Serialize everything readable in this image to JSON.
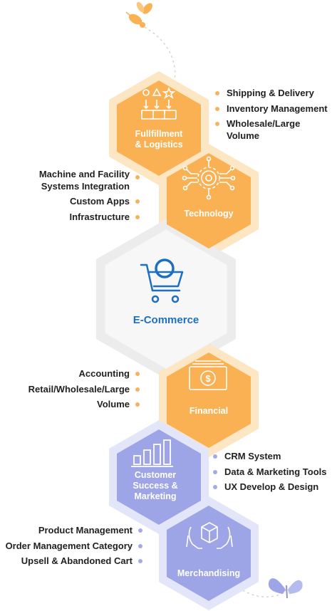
{
  "colors": {
    "orange": "#f9b154",
    "orange_halo": "#fde6c4",
    "purple": "#9ea5e6",
    "purple_halo": "#e3e5f8",
    "center_fill": "#f6f6f6",
    "center_halo": "#ececec",
    "accent_blue": "#1d6fc2",
    "orange_dot": "#f7b25c",
    "purple_dot": "#a4aae6"
  },
  "hexagons": [
    {
      "id": "fulfillment",
      "label": "Fullfillment\n& Logistics",
      "icon": "packages-icon",
      "theme": "orange"
    },
    {
      "id": "technology",
      "label": "Technology",
      "icon": "circuit-gear-icon",
      "theme": "orange"
    },
    {
      "id": "ecommerce",
      "label": "E-Commerce",
      "icon": "shopping-cart-icon",
      "theme": "center"
    },
    {
      "id": "financial",
      "label": "Financial",
      "icon": "banknote-icon",
      "theme": "orange"
    },
    {
      "id": "customer",
      "label": "Customer\nSuccess &\nMarketing",
      "icon": "bar-chart-icon",
      "theme": "purple"
    },
    {
      "id": "merchandising",
      "label": "Merchandising",
      "icon": "box-hands-icon",
      "theme": "purple"
    }
  ],
  "lists": {
    "fulfillment": [
      "Shipping & Delivery",
      "Inventory Management",
      "Wholesale/Large\nVolume"
    ],
    "technology": [
      "Machine and Facility\nSystems Integration",
      "Custom Apps",
      "Infrastructure"
    ],
    "financial": [
      "Accounting",
      "Retail/Wholesale/Large",
      "Volume"
    ],
    "customer": [
      "CRM System",
      "Data & Marketing Tools",
      "UX Develop & Design"
    ],
    "merchandising": [
      "Product Management",
      "Order Management Category",
      "Upsell & Abandoned Cart"
    ]
  },
  "decorations": {
    "top": "bee-icon",
    "bottom": "butterfly-icon"
  }
}
